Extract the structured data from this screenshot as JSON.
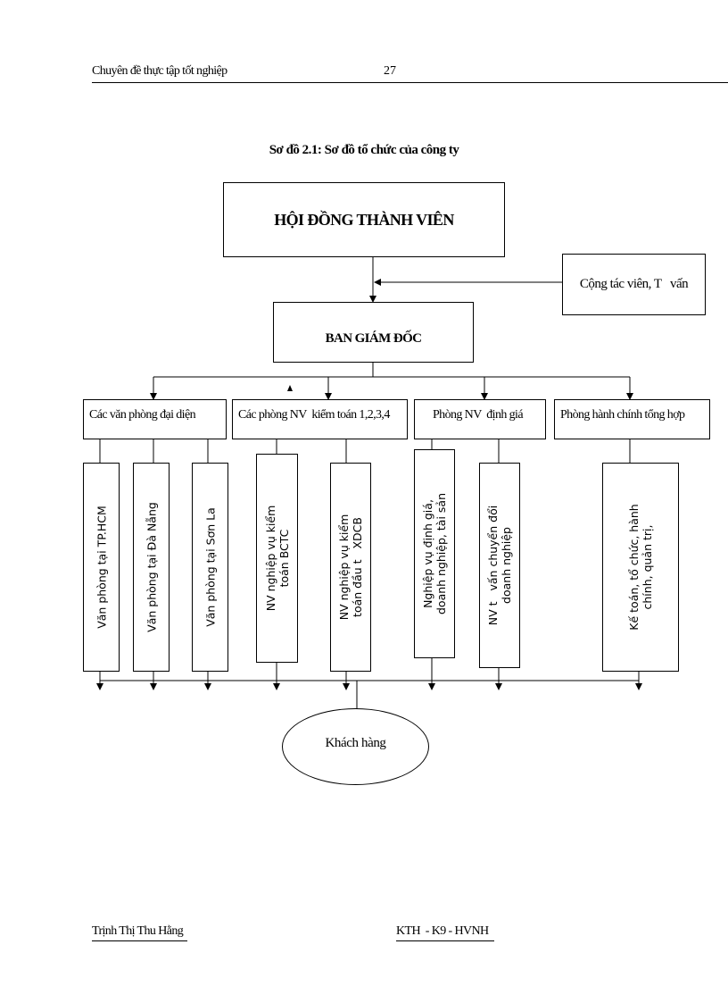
{
  "header": {
    "title": "Chuyên đề thực tập tốt nghiệp",
    "page_number": "27"
  },
  "caption": "Sơ đồ 2.1: Sơ đồ tổ chức của công ty",
  "top_box": "HỘI ĐỒNG THÀNH VIÊN",
  "side_box": "Cộng tác viên, T   vấn",
  "director_box": "BAN GIÁM ĐỐC",
  "departments": [
    "Các văn phòng đại diện",
    "Các phòng NV  kiểm toán 1,2,3,4",
    "Phòng NV  định giá",
    "Phòng hành chính tổng hợp"
  ],
  "units": [
    {
      "line1": "Văn phòng tại TP.HCM",
      "line2": ""
    },
    {
      "line1": "Văn phòng tại Đà Nẵng",
      "line2": ""
    },
    {
      "line1": "Văn phòng tại Sơn La",
      "line2": ""
    },
    {
      "line1": "NV nghiệp vụ kiểm",
      "line2": "toán BCTC"
    },
    {
      "line1": "NV nghiệp vụ kiểm",
      "line2": "toán đầu t   XDCB"
    },
    {
      "line1": "Nghiệp vụ định giá,",
      "line2": "doanh nghiệp, tài sản"
    },
    {
      "line1": "NV t   vấn chuyển đổi",
      "line2": "doanh nghiệp"
    },
    {
      "line1": "Kế toán, tổ chức, hành",
      "line2": "chính, quản trị,"
    }
  ],
  "customer": "Khách hàng",
  "footer": {
    "author": "Trịnh Thị Thu Hằng",
    "code": "KTH  - K9 - HVNH"
  }
}
